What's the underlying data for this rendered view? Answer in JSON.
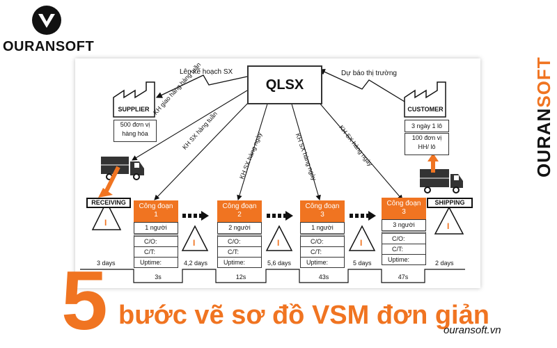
{
  "brand": {
    "name_a": "OURAN",
    "name_b": "SOFT",
    "vertical_a": "OURAN",
    "vertical_b": "SOFT",
    "accent": "#f07421"
  },
  "diagram": {
    "center": "QLSX",
    "plan_label": "Lên kế hoạch SX",
    "forecast_label": "Dự báo thị trường",
    "supplier": {
      "title": "SUPPLIER",
      "info": [
        "500 đơn vị",
        "hàng hóa"
      ]
    },
    "customer": {
      "title": "CUSTOMER",
      "info1": "3 ngày 1 lô",
      "info2": [
        "100 đơn vị",
        "HH/ lô"
      ]
    },
    "flows": {
      "weekly_delivery": "KH giao hàng hàng tuần",
      "weekly_plan": "KH SX hàng tuần",
      "daily_2": "KH SX hàng ngày",
      "daily_3": "KH SX hàng ngày",
      "daily_4": "KH SX hàng ngày"
    },
    "receiving": "RECEIVING",
    "shipping": "SHIPPING",
    "inventory_mark": "I",
    "processes": [
      {
        "head1": "Công đoạn",
        "head2": "1",
        "people": "1 người"
      },
      {
        "head1": "Công đoạn",
        "head2": "2",
        "people": "2 người"
      },
      {
        "head1": "Công đoạn",
        "head2": "3",
        "people": "1 người"
      },
      {
        "head1": "Công đoạn",
        "head2": "3",
        "people": "3 người"
      }
    ],
    "metrics": {
      "co": "C/O:",
      "ct": "C/T:",
      "uptime": "Uptime:"
    },
    "timeline": {
      "days": [
        "3 days",
        "4,2 days",
        "5,6 days",
        "5 days",
        "2 days"
      ],
      "times": [
        "3s",
        "12s",
        "43s",
        "47s"
      ]
    }
  },
  "headline": {
    "number": "5",
    "text": "bước vẽ sơ đồ VSM đơn giản"
  },
  "site": "ouransoft.vn"
}
